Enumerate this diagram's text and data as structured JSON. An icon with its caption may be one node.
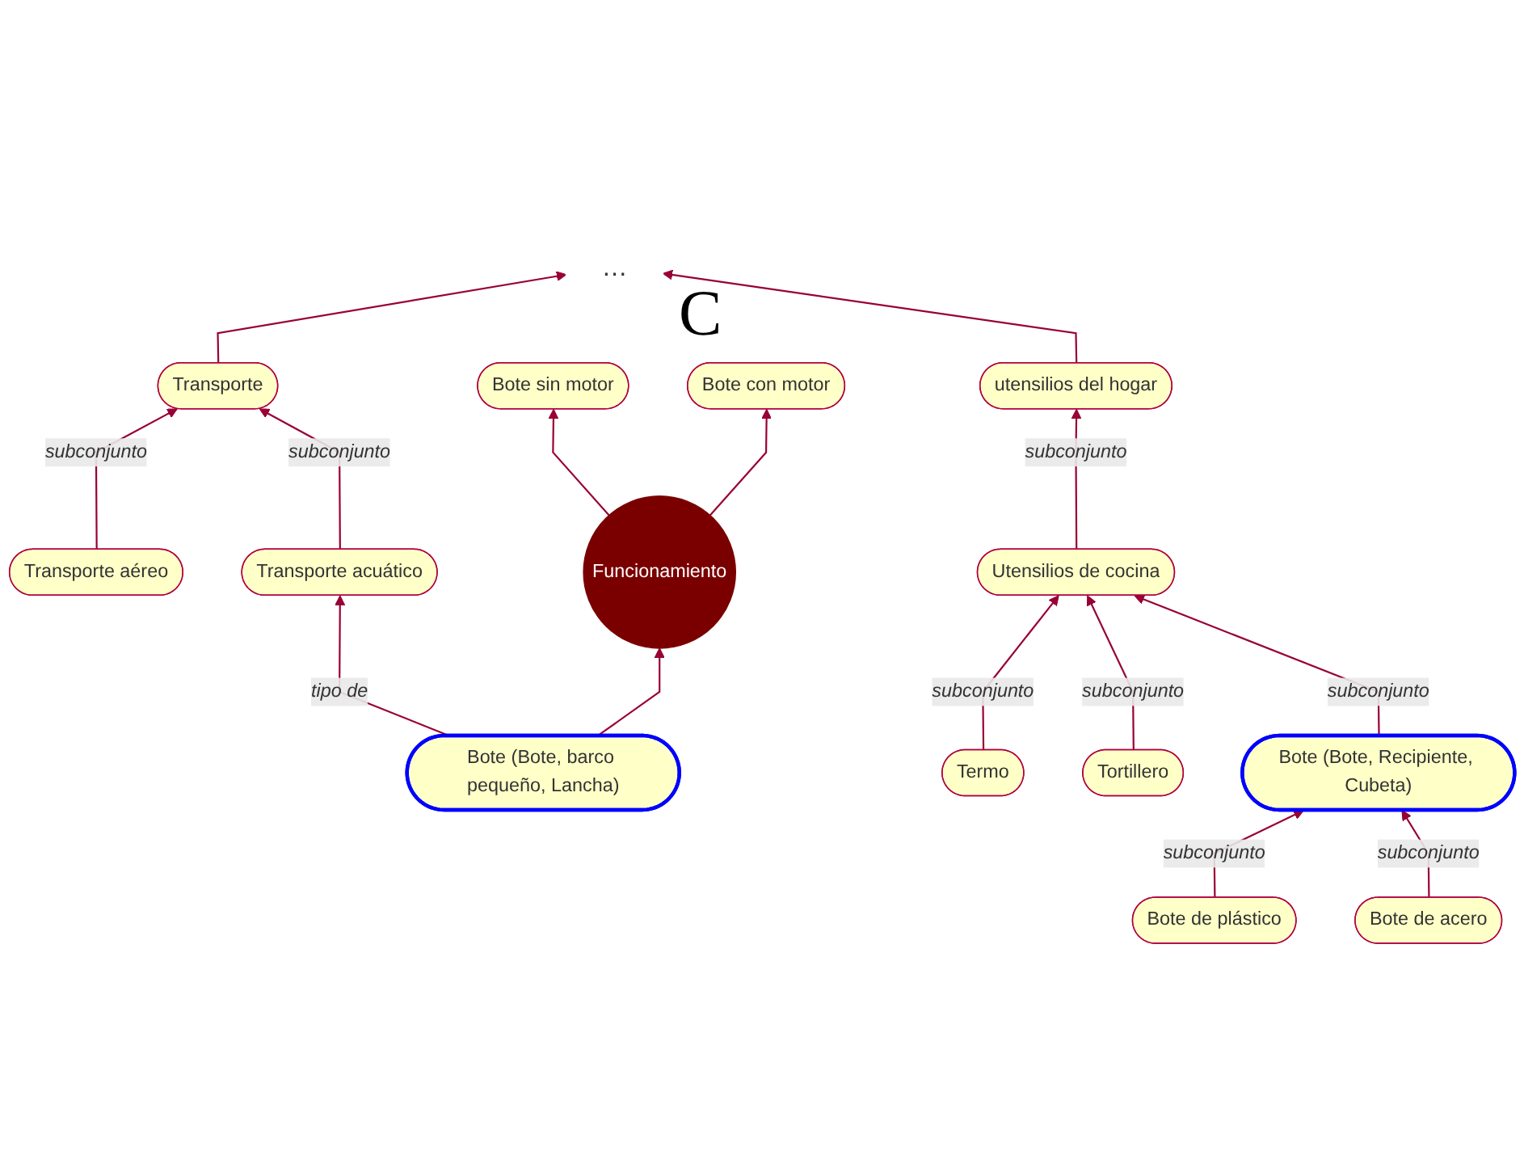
{
  "diagram": {
    "nodes": [
      {
        "text": [
          "…"
        ]
      },
      {
        "text": [
          "Transporte"
        ]
      },
      {
        "text": [
          "Transporte aéreo"
        ]
      },
      {
        "text": [
          "Transporte acuático"
        ]
      },
      {
        "text": [
          "Bote (Bote, barco pequeño, Lancha)"
        ]
      },
      {
        "text": [
          "Funcionamiento"
        ]
      },
      {
        "text": [
          "Bote sin motor"
        ]
      },
      {
        "text": [
          "Bote con motor"
        ]
      },
      {
        "text": [
          "utensilios del hogar"
        ]
      },
      {
        "text": [
          "Utensilios de cocina"
        ]
      },
      {
        "text": [
          "Termo"
        ]
      },
      {
        "text": [
          "Tortillero"
        ]
      },
      {
        "text": [
          "Bote (Bote, Recipiente, Cubeta)"
        ]
      },
      {
        "text": [
          "Bote de plástico"
        ]
      },
      {
        "text": [
          "Bote de acero"
        ]
      }
    ],
    "edges": [
      {
        "from": 1,
        "to": 0,
        "arrow": "to"
      },
      {
        "from": 8,
        "to": 0,
        "arrow": "to"
      },
      {
        "from": 2,
        "to": 1,
        "arrow": "to",
        "label": "subconjunto"
      },
      {
        "from": 3,
        "to": 1,
        "arrow": "to",
        "label": "subconjunto"
      },
      {
        "from": 4,
        "to": 3,
        "arrow": "to",
        "label": "tipo de"
      },
      {
        "from": 4,
        "to": 5,
        "arrow": "to"
      },
      {
        "from": 5,
        "to": 6,
        "arrow": "to"
      },
      {
        "from": 5,
        "to": 7,
        "arrow": "to"
      },
      {
        "from": 9,
        "to": 8,
        "arrow": "to",
        "label": "subconjunto"
      },
      {
        "from": 10,
        "to": 9,
        "arrow": "to",
        "label": "subconjunto"
      },
      {
        "from": 11,
        "to": 9,
        "arrow": "to",
        "label": "subconjunto"
      },
      {
        "from": 12,
        "to": 9,
        "arrow": "to",
        "label": "subconjunto"
      },
      {
        "from": 13,
        "to": 12,
        "arrow": "to",
        "label": "subconjunto"
      },
      {
        "from": 14,
        "to": 12,
        "arrow": "to",
        "label": "subconjunto"
      }
    ],
    "labels": [
      "C"
    ]
  }
}
